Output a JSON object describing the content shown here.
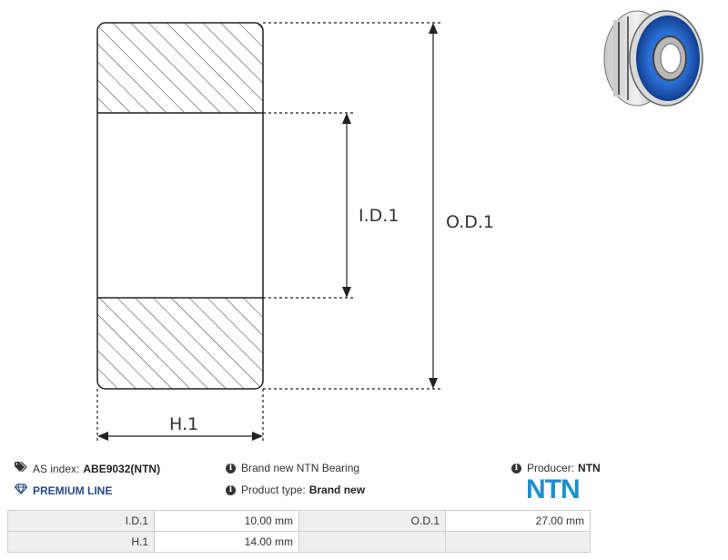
{
  "diagram": {
    "id_label": "I.D.1",
    "od_label": "O.D.1",
    "h_label": "H.1"
  },
  "info": {
    "as_index_label": "AS index:",
    "as_index_value": "ABE9032(NTN)",
    "premium_line": "PREMIUM LINE",
    "brand_note": "Brand new NTN Bearing",
    "product_type_label": "Product type:",
    "product_type_value": "Brand new",
    "producer_label": "Producer:",
    "producer_value": "NTN",
    "logo_text": "NTN"
  },
  "specs": {
    "row1": {
      "label1": "I.D.1",
      "value1": "10.00 mm",
      "label2": "O.D.1",
      "value2": "27.00 mm"
    },
    "row2": {
      "label1": "H.1",
      "value1": "14.00 mm"
    }
  },
  "colors": {
    "brand_blue": "#1d8fd0",
    "premium_blue": "#2a4a8f",
    "seal_blue": "#1e5fc8"
  },
  "icons": [
    "tag-icon",
    "diamond-icon",
    "info-icon"
  ]
}
